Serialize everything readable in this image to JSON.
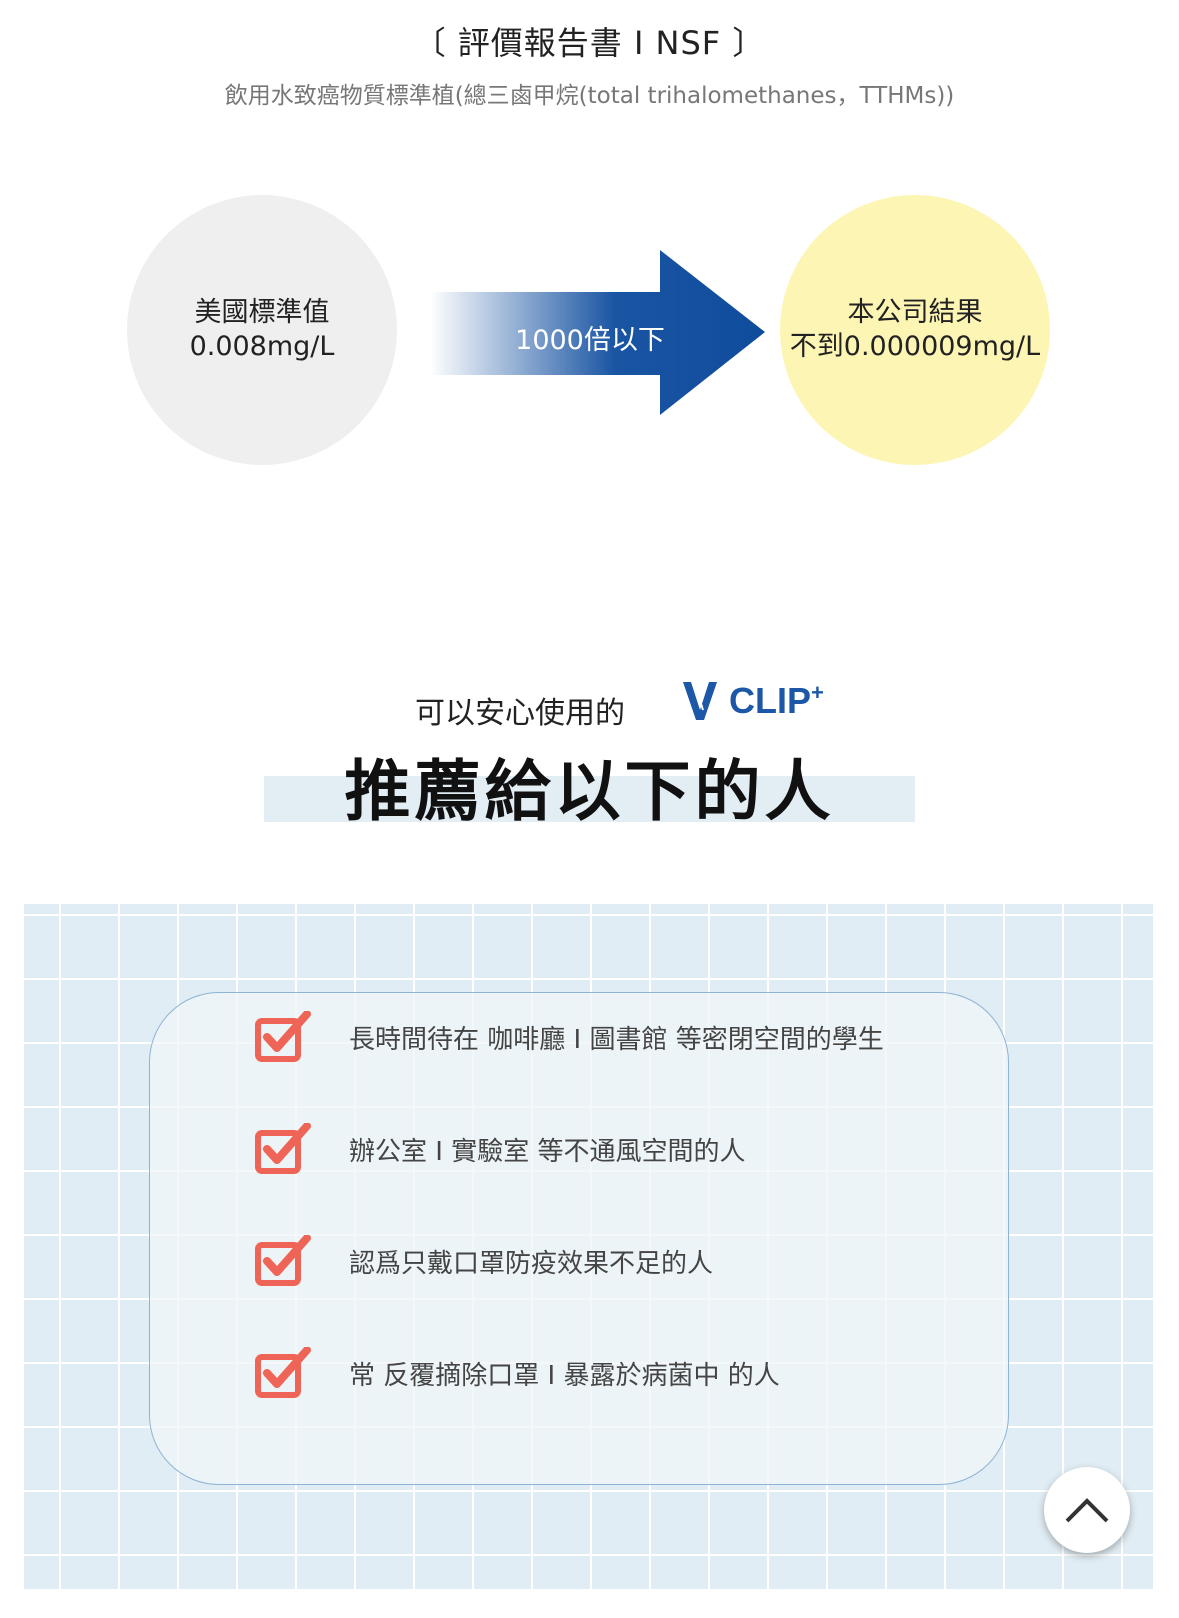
{
  "report": {
    "title": "〔 評價報告書 I NSF 〕",
    "subtitle": "飲用水致癌物質標準植(總三鹵甲烷(total trihalomethanes，TTHMs))"
  },
  "comparison": {
    "us_standard": {
      "label": "美國標準值",
      "value": "0.008mg/L"
    },
    "arrow_label": "1000倍以下",
    "our_result": {
      "label": "本公司結果",
      "value": "不到0.000009mg/L"
    }
  },
  "recommend": {
    "lead": "可以安心使用的",
    "brand": "CLIP",
    "brand_sup": "+",
    "heading": "推薦給以下的人"
  },
  "items": [
    "長時間待在 咖啡廳 I 圖書館 等密閉空間的學生",
    "辦公室 I 實驗室 等不通風空間的人",
    "認爲只戴口罩防疫效果不足的人",
    "常 反覆摘除口罩 I 暴露於病菌中 的人"
  ],
  "colors": {
    "brand": "#1d57a8",
    "check": "#ee6457",
    "grid_bg": "#e1edf4"
  }
}
